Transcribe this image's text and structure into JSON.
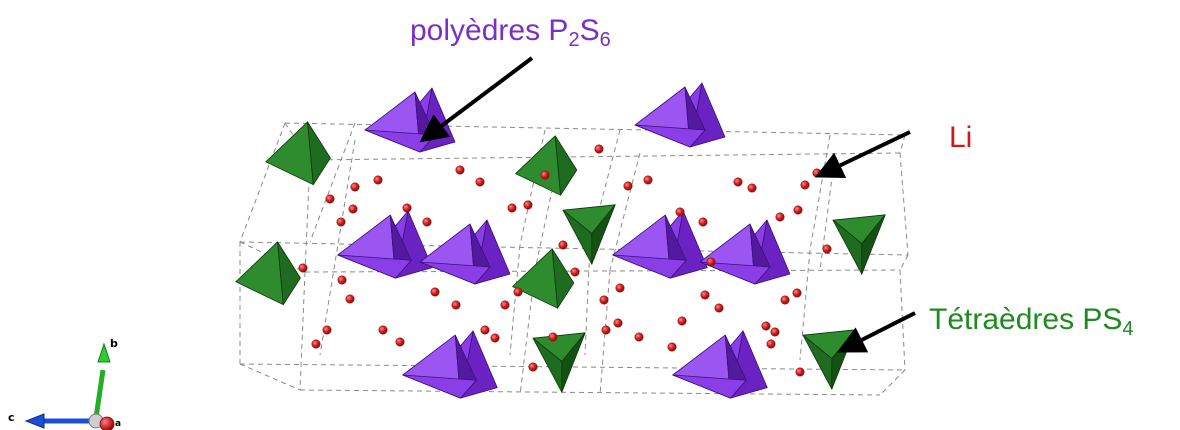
{
  "labels": {
    "p2s6": {
      "text": "polyèdres P",
      "sub1": "2",
      "mid": "S",
      "sub2": "6"
    },
    "li": {
      "text": "Li"
    },
    "ps4": {
      "text": "Tétraèdres PS",
      "sub": "4"
    }
  },
  "axes": {
    "b": "b",
    "c": "c",
    "a": "a"
  },
  "colors": {
    "p2s6": "#8a3ee8",
    "ps4": "#2e8b2e",
    "li": "#d42020",
    "label_p2s6": "#7a2fc9",
    "label_li": "#d11818",
    "label_ps4": "#1f8a1f",
    "cell_lines": "#8a8a8a"
  }
}
